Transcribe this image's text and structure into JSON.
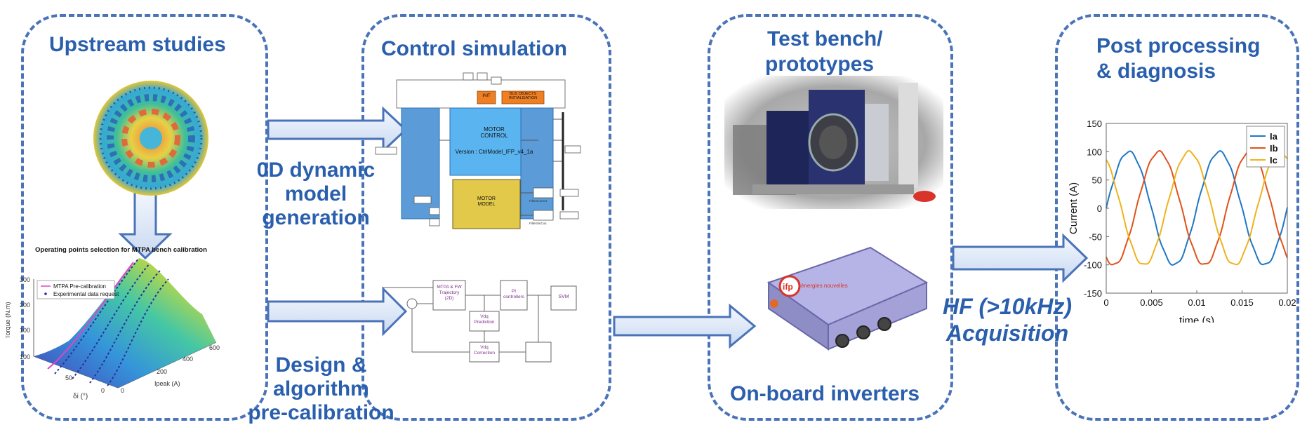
{
  "panels": {
    "upstream": {
      "title": "Upstream studies"
    },
    "control": {
      "title": "Control simulation"
    },
    "bench": {
      "title_line1": "Test bench/",
      "title_line2": "prototypes",
      "bottom": "On-board inverters"
    },
    "post": {
      "title_line1": "Post processing",
      "title_line2": "& diagnosis"
    }
  },
  "labels": {
    "model_gen": [
      "0D dynamic",
      "model",
      "generation"
    ],
    "design": [
      "Design &",
      "algorithm",
      "pre-calibration"
    ],
    "acquisition": [
      "HF (>10kHz)",
      "Acquisition"
    ]
  },
  "surface_plot": {
    "title": "Operating points selection for MTPA bench calibration",
    "legend": [
      "MTPA Pre-calibration",
      "Experimental data request"
    ],
    "zlabel": "Torque (N.m)",
    "z_ticks": [
      "300",
      "200",
      "100",
      "100"
    ],
    "x_ticks": [
      "50",
      "0",
      "0"
    ],
    "y_ticks": [
      "200",
      "400",
      "600"
    ],
    "xlabel": "δi (°)",
    "ylabel": "Ipeak (A)"
  },
  "simulink": {
    "init": "INIT",
    "bus_init": "BUS OBJECTS INITIALISATION",
    "motor_control": "MOTOR CONTROL",
    "version": "Version : CtrlModel_IFP_v4_1a",
    "motor_model": "MOTOR MODEL",
    "filter_current": "FilterCurrent",
    "filter_sincos": "FilterSinCos"
  },
  "control_diagram": {
    "mtpa": "MTPA & FW Trajectory (2D)",
    "pi": "PI controllers",
    "svm": "SVM",
    "vdq_prediction": "Vdq Prediction",
    "vdq_correction": "Vdq Correction"
  },
  "inverter": {
    "brand": "énergies nouvelles",
    "logo": "ifp"
  },
  "chart_data": {
    "type": "line",
    "xlabel": "time (s)",
    "ylabel": "Current (A)",
    "xlim": [
      0,
      0.02
    ],
    "ylim": [
      -150,
      150
    ],
    "x_ticks": [
      "0",
      "0.005",
      "0.01",
      "0.015",
      "0.02"
    ],
    "y_ticks": [
      "150",
      "100",
      "50",
      "0",
      "-50",
      "-100",
      "-150"
    ],
    "legend_position": "top-right",
    "series": [
      {
        "name": "Ia",
        "color": "#1f77c4",
        "amplitude": 100,
        "frequency_hz": 100,
        "phase_deg": 0
      },
      {
        "name": "Ib",
        "color": "#e0521c",
        "amplitude": 100,
        "frequency_hz": 100,
        "phase_deg": 120
      },
      {
        "name": "Ic",
        "color": "#f0b21e",
        "amplitude": 100,
        "frequency_hz": 100,
        "phase_deg": 240
      }
    ]
  }
}
